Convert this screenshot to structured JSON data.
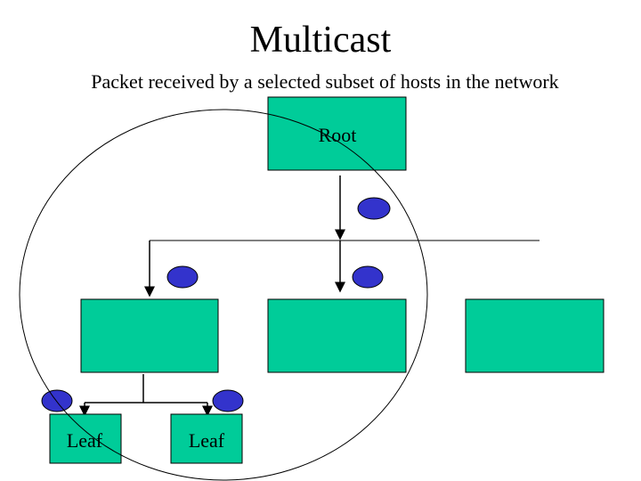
{
  "title": "Multicast",
  "subtitle": "Packet received by a selected subset of hosts in the network",
  "nodes": {
    "root": "Root",
    "leaf_left": "Leaf",
    "leaf_right": "Leaf"
  },
  "colors": {
    "box_fill": "#00cc99",
    "router_fill": "#3333cc",
    "line": "#000000"
  }
}
